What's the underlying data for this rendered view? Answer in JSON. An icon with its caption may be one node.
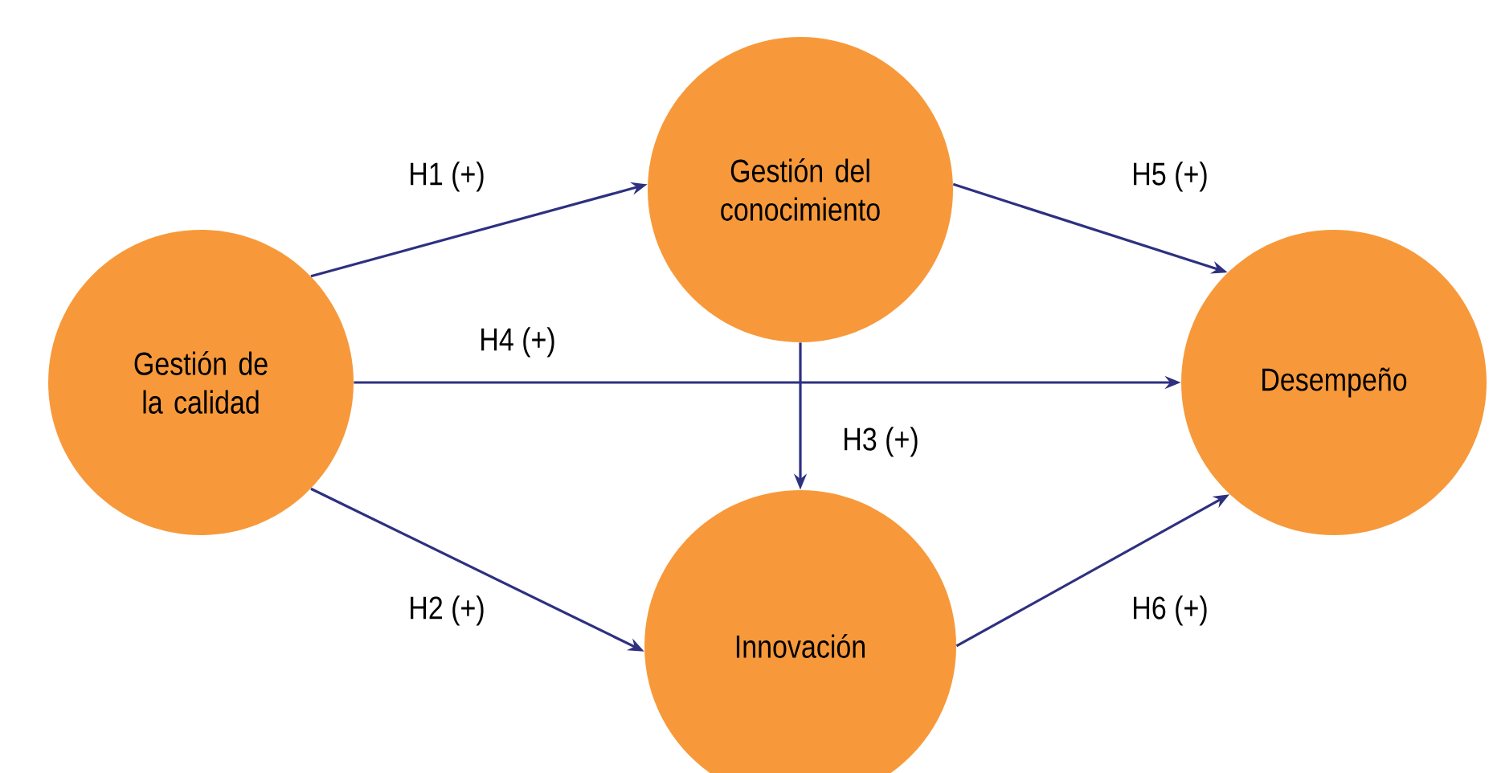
{
  "diagram": {
    "nodes": [
      {
        "text": [
          "Gestión de la calidad"
        ]
      },
      {
        "text": [
          "Gestión del conocimiento"
        ]
      },
      {
        "text": [
          "Innovación"
        ]
      },
      {
        "text": [
          "Desempeño"
        ]
      }
    ],
    "edges": [
      {
        "from": 0,
        "to": 1,
        "arrow": "to",
        "label": "H1 (+)"
      },
      {
        "from": 0,
        "to": 2,
        "arrow": "to",
        "label": "H2 (+)"
      },
      {
        "from": 1,
        "to": 2,
        "arrow": "to",
        "label": "H3 (+)"
      },
      {
        "from": 0,
        "to": 3,
        "arrow": "to",
        "label": "H4 (+)"
      },
      {
        "from": 1,
        "to": 3,
        "arrow": "to",
        "label": "H5 (+)"
      },
      {
        "from": 2,
        "to": 3,
        "arrow": "to",
        "label": "H6 (+)"
      }
    ]
  }
}
